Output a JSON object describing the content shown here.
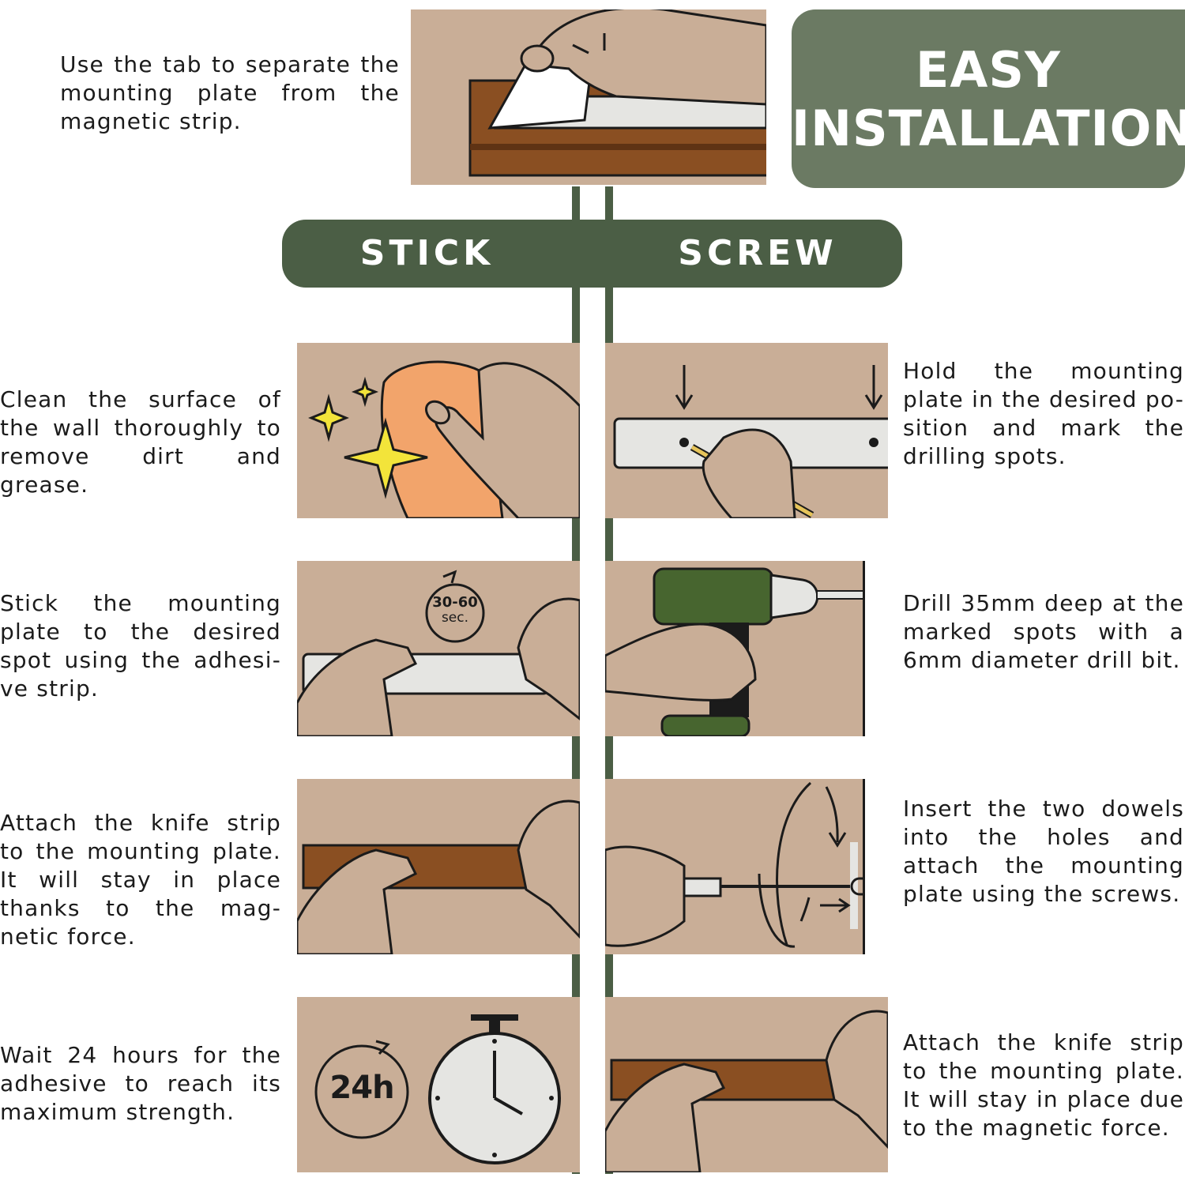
{
  "banner": {
    "line1": "EASY",
    "line2": "INSTALLATION"
  },
  "top_step": {
    "text": "Use the tab to separate the mounting plate from the magnetic strip."
  },
  "methods": {
    "stick": "STICK",
    "screw": "SCREW"
  },
  "stick_steps": [
    {
      "text": "Clean the surface of the wall thoroughly to remove dirt and grease."
    },
    {
      "text": "Stick the mounting plate to the desired spot using the adhesi-ve strip."
    },
    {
      "text": "Attach the knife strip to the mounting plate. It will stay in place thanks to the mag-netic force."
    },
    {
      "text": "Wait 24 hours for the adhesive to reach its maximum strength."
    }
  ],
  "screw_steps": [
    {
      "text": "Hold the mounting plate in the desired po-sition and mark the drilling spots."
    },
    {
      "text": "Drill 35mm deep at the marked spots with a 6mm diameter drill bit."
    },
    {
      "text": "Insert the two dowels into the holes and attach the mounting plate using the screws."
    },
    {
      "text": "Attach the knife strip to the mounting plate. It will stay in place due to the magnetic force."
    }
  ],
  "timer_badge": {
    "line1": "30-60",
    "line2": "sec."
  },
  "wait_badge": "24h",
  "colors": {
    "panel": "#c9ae97",
    "banner": "#6b7a63",
    "pill": "#4b5e45",
    "wood": "#8a4f22"
  }
}
